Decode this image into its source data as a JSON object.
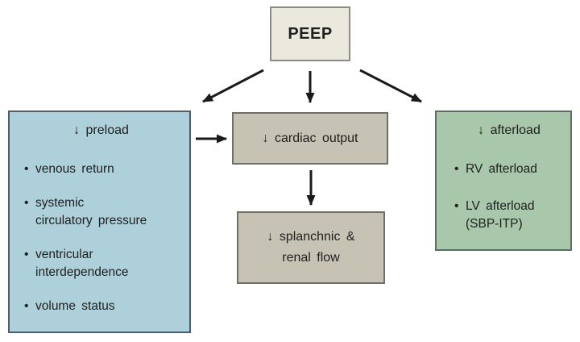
{
  "colors": {
    "background": "#ffffff",
    "text": "#1f1f1f",
    "arrow": "#1a1a1a",
    "peep_box_bg": "#ebe9dd",
    "peep_box_border": "#8b8b82",
    "preload_box_bg": "#aed0da",
    "preload_box_border": "#4e5d66",
    "cardiac_box_bg": "#c6c3b4",
    "cardiac_box_border": "#6f6f66",
    "splanchnic_box_bg": "#c6c3b4",
    "splanchnic_box_border": "#6f6f66",
    "afterload_box_bg": "#a9c7ab",
    "afterload_box_border": "#5e6e60"
  },
  "diagram": {
    "peep": {
      "label": "PEEP"
    },
    "preload": {
      "title": "↓ preload",
      "bullets": [
        "venous return",
        "systemic\ncirculatory pressure",
        "ventricular\ninterdependence",
        "volume status"
      ]
    },
    "cardiac_output": {
      "label": "↓ cardiac output"
    },
    "splanchnic": {
      "label": "↓ splanchnic &\nrenal flow"
    },
    "afterload": {
      "title": "↓ afterload",
      "bullets": [
        "RV afterload",
        "LV afterload\n(SBP-ITP)"
      ]
    }
  }
}
